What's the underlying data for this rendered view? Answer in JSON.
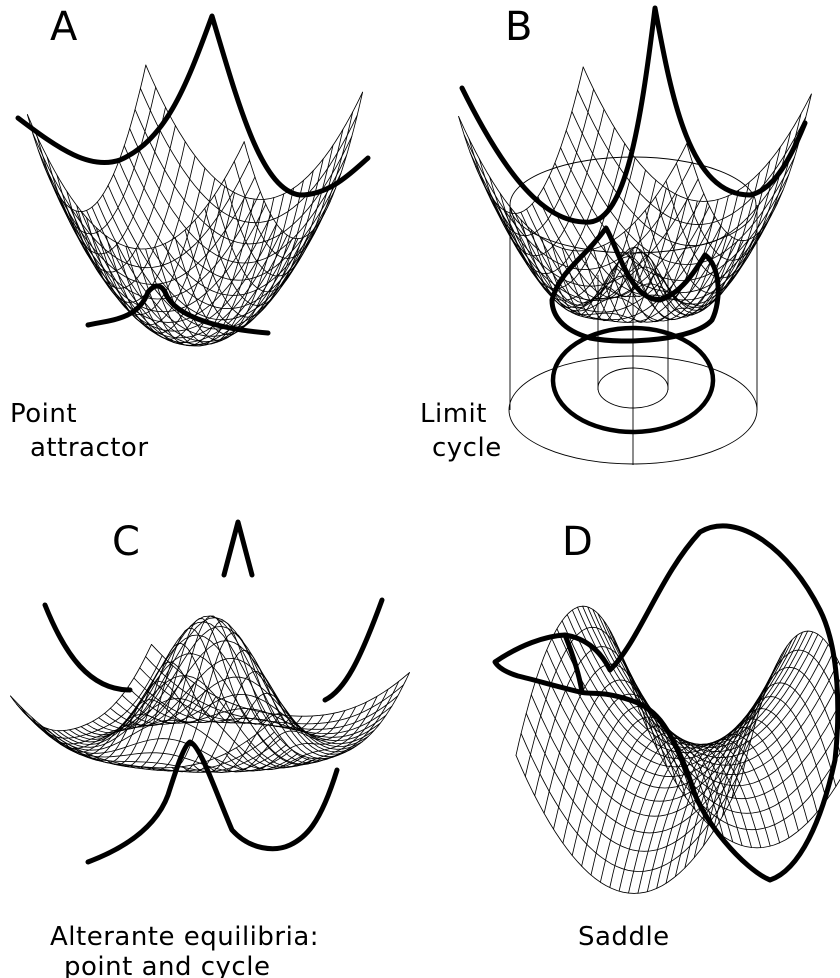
{
  "panels": [
    {
      "letter": "A",
      "caption_lines": [
        "Point",
        "attractor"
      ]
    },
    {
      "letter": "B",
      "caption_lines": [
        "Limit",
        "cycle"
      ]
    },
    {
      "letter": "C",
      "caption_lines": [
        "Alterante equilibria:",
        "point and cycle"
      ]
    },
    {
      "letter": "D",
      "caption_lines": [
        "Saddle"
      ]
    }
  ],
  "colors": {
    "line": "#000000",
    "background": "#ffffff"
  }
}
